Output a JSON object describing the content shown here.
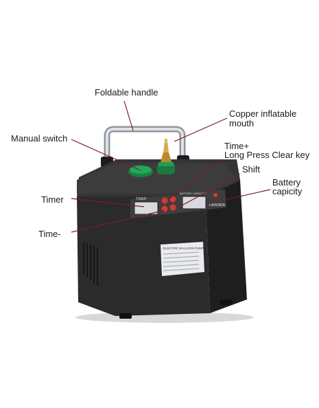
{
  "callouts": {
    "foldable_handle": "Foldable handle",
    "copper_mouth_line1": "Copper inflatable",
    "copper_mouth_line2": "mouth",
    "manual_switch": "Manual switch",
    "time_plus_line1": "Time+",
    "time_plus_line2": "Long Press Clear key",
    "shift": "Shift",
    "battery_line1": "Battery",
    "battery_line2": "capicity",
    "timer": "Timer",
    "time_minus": "Time-"
  },
  "device": {
    "panel_timer_label": "TIMER",
    "panel_battery_label": "BATTERY CAPACITY",
    "brand": "LAVENDA",
    "sticker_title": "ELECTRIC BALLOON PUMP"
  },
  "colors": {
    "body": "#2a2a2a",
    "body_edge": "#141414",
    "panel": "#3a3a3a",
    "handle": "#c9cdd2",
    "nozzle": "#c9a13b",
    "switch": "#1f9e55",
    "leader_line": "#7a1f1f",
    "button_red": "#d8392f"
  }
}
